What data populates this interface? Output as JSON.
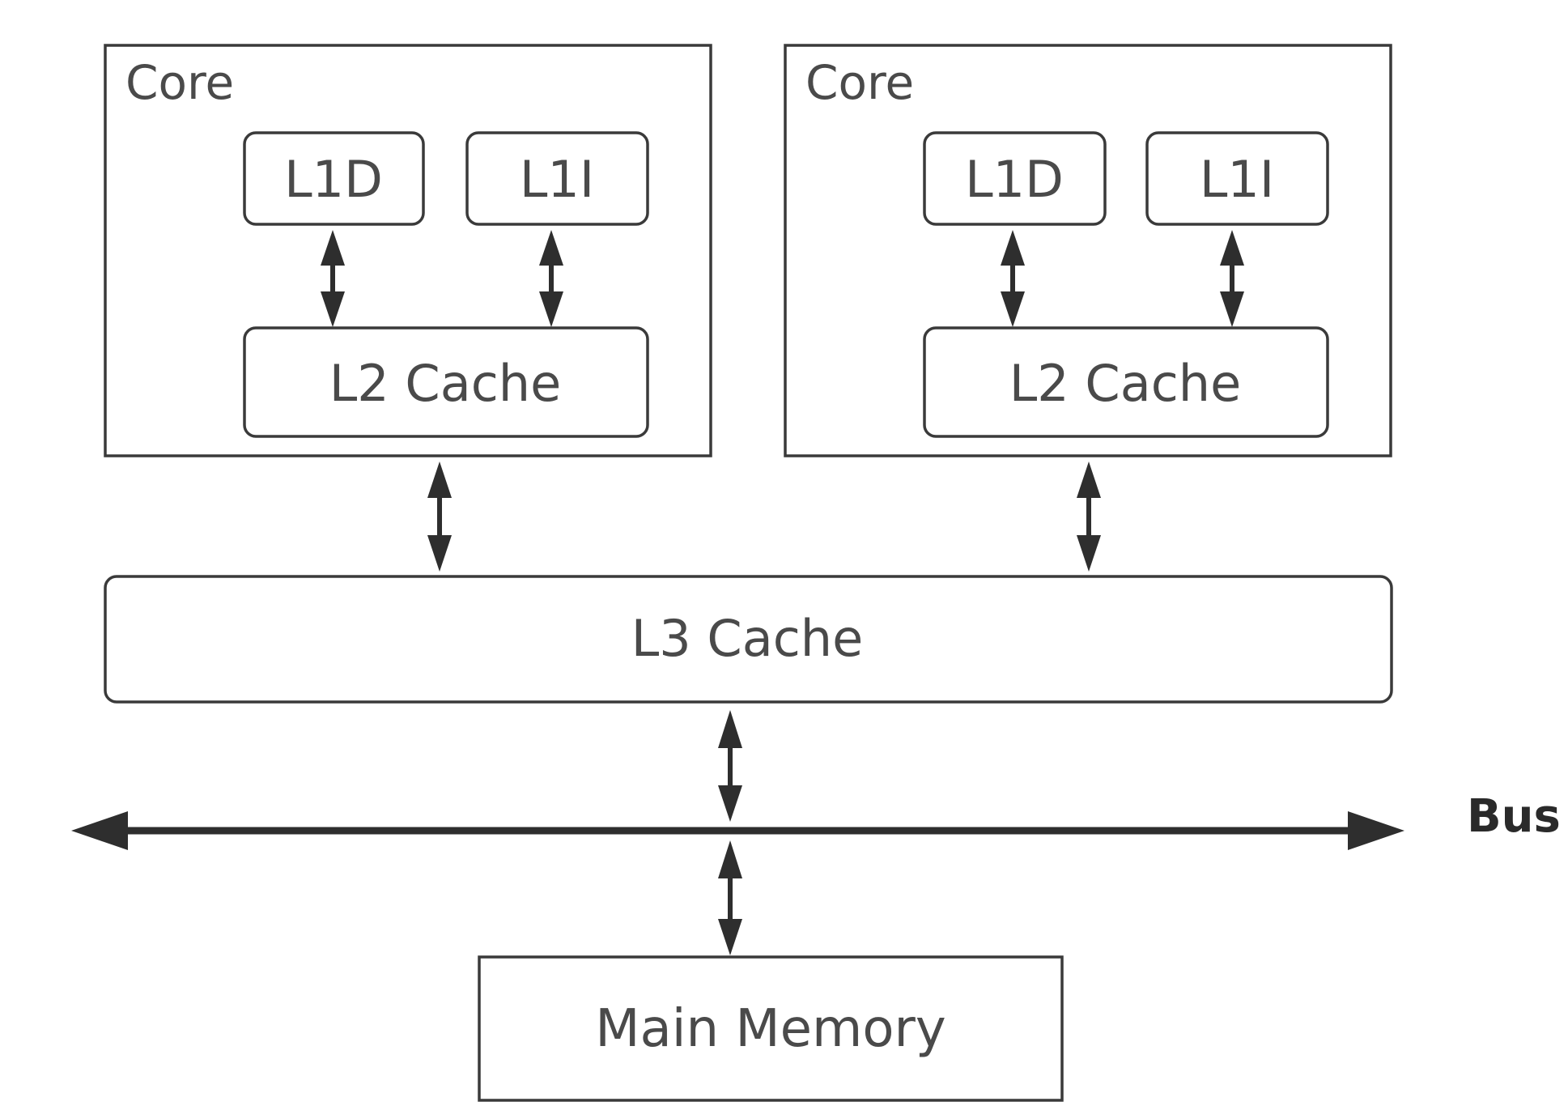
{
  "diagram": {
    "cores": [
      {
        "label": "Core",
        "l1d": "L1D",
        "l1i": "L1I",
        "l2": "L2 Cache"
      },
      {
        "label": "Core",
        "l1d": "L1D",
        "l1i": "L1I",
        "l2": "L2 Cache"
      }
    ],
    "l3": "L3 Cache",
    "bus": "Bus",
    "memory": "Main Memory"
  }
}
